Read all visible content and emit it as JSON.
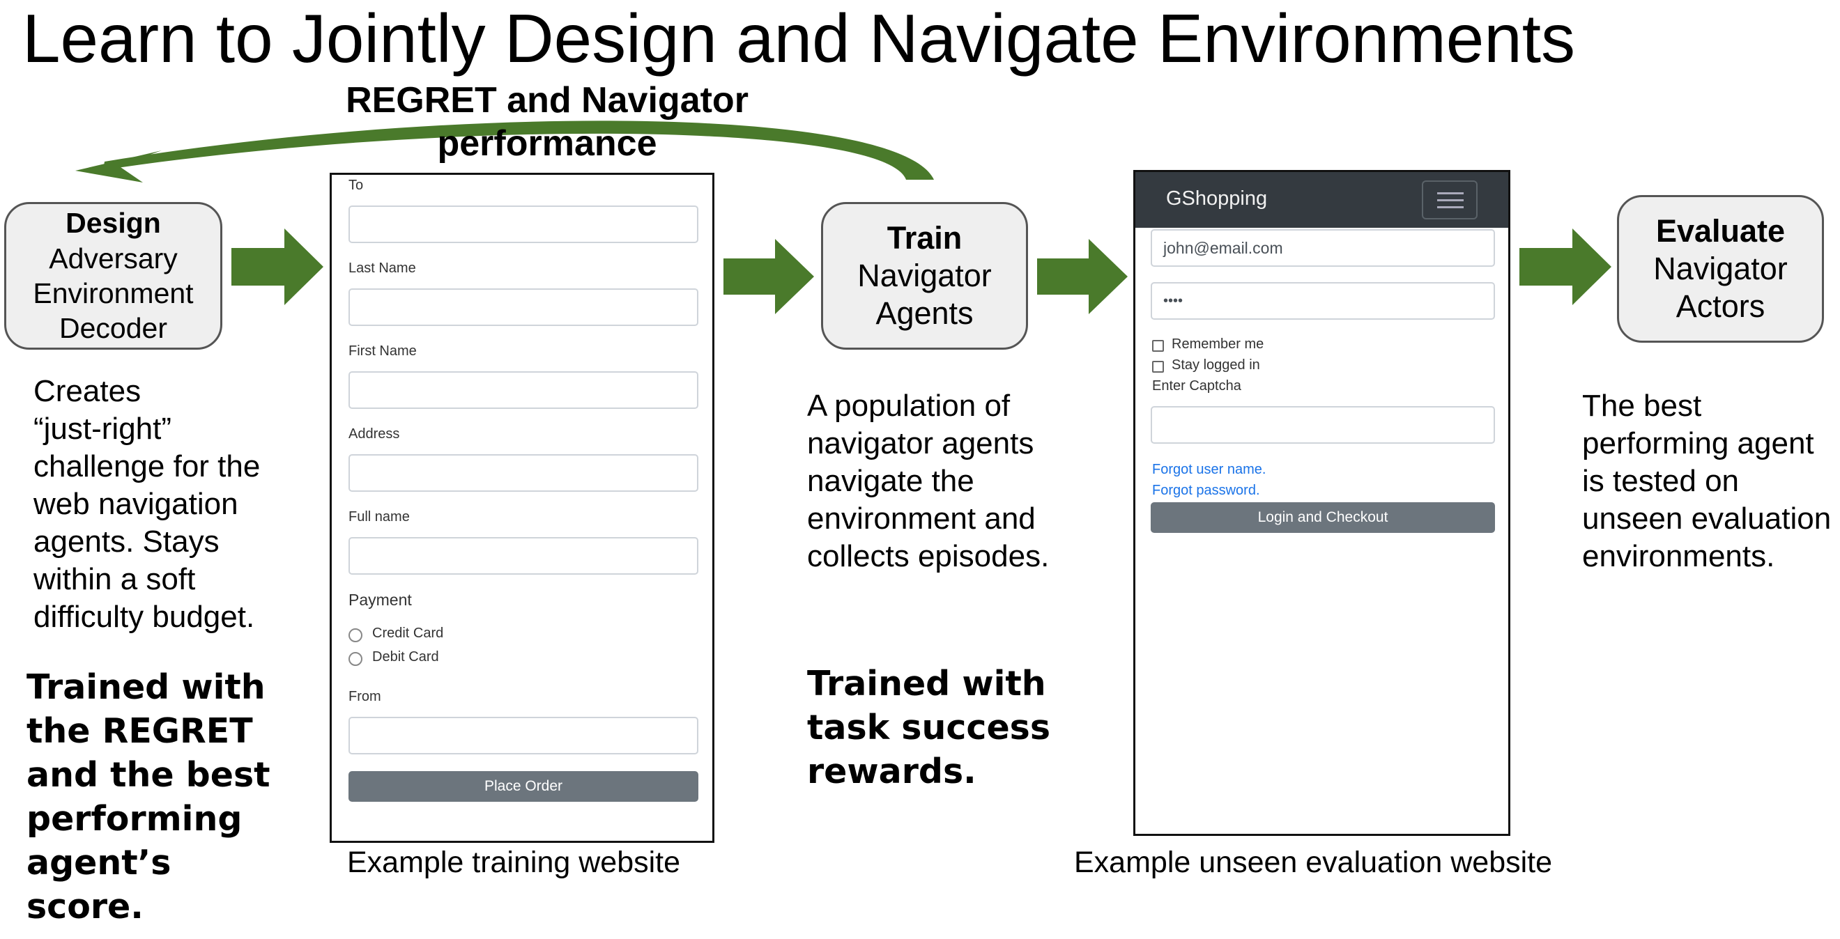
{
  "title": "Learn to Jointly Design and Navigate Environments",
  "loop_label": "REGRET and Navigator performance",
  "design_box": {
    "line1": "Design",
    "line2": "Adversary",
    "line3": "Environment",
    "line4": "Decoder"
  },
  "design_desc": {
    "lines": [
      "Creates",
      "“just-right”",
      "challenge for the",
      "web navigation",
      "agents. Stays",
      "within a soft",
      "difficulty budget."
    ]
  },
  "design_trained": {
    "lines": [
      "Trained with",
      "the REGRET",
      "and the best",
      "performing",
      "agent’s",
      "score."
    ]
  },
  "train_box": {
    "line1": "Train",
    "line2": "Navigator",
    "line3": "Agents"
  },
  "train_desc": {
    "lines": [
      "A population of",
      "navigator agents",
      "navigate the",
      "environment and",
      "collects episodes."
    ]
  },
  "train_trained": {
    "lines": [
      "Trained with",
      "task success",
      "rewards."
    ]
  },
  "eval_box": {
    "line1": "Evaluate",
    "line2": "Navigator",
    "line3": "Actors"
  },
  "eval_desc": {
    "lines": [
      "The best",
      "performing agent",
      "is tested on",
      "unseen evaluation",
      "environments."
    ]
  },
  "training_site": {
    "caption": "Example training website",
    "labels": {
      "to": "To",
      "last_name": "Last Name",
      "first_name": "First Name",
      "address": "Address",
      "full_name": "Full name",
      "payment": "Payment",
      "credit_card": "Credit Card",
      "debit_card": "Debit Card",
      "from": "From"
    },
    "button": "Place Order"
  },
  "eval_site": {
    "caption": "Example unseen evaluation website",
    "brand": "GShopping",
    "email_value": "john@email.com",
    "password_value": "••••",
    "remember_me": "Remember me",
    "stay_logged_in": "Stay logged in",
    "captcha_label": "Enter Captcha",
    "forgot_user": "Forgot user name.",
    "forgot_password": "Forgot password.",
    "button": "Login and Checkout"
  },
  "colors": {
    "arrow": "#4a7a2b",
    "box_fill": "#efefef",
    "box_border": "#555555",
    "navbar": "#343a40",
    "button": "#6c757d",
    "link": "#1a73e8"
  }
}
